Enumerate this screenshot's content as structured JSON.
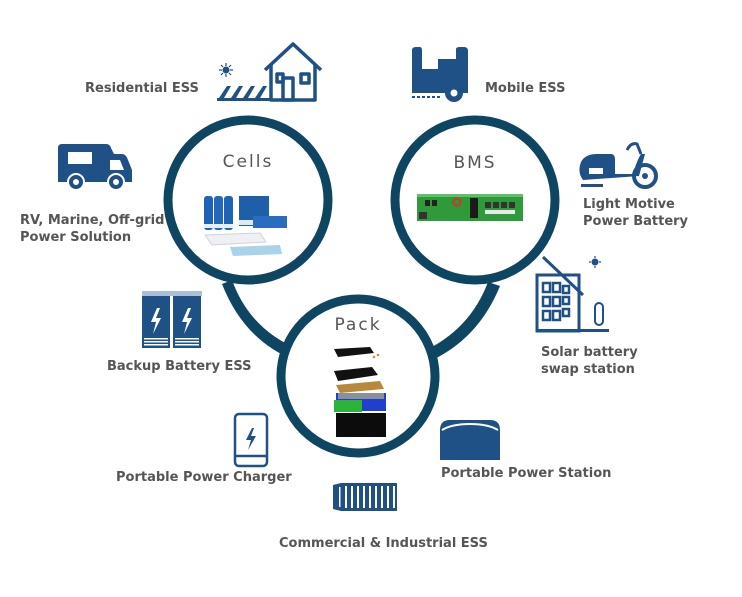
{
  "colors": {
    "ring": "#0e4560",
    "icon": "#1f5086",
    "icon_light": "#a9bfd6",
    "label": "#555555",
    "hub_title": "#555555"
  },
  "hubs": {
    "cells": {
      "title": "Cells"
    },
    "bms": {
      "title": "BMS"
    },
    "pack": {
      "title": "Pack"
    }
  },
  "applications": [
    {
      "id": "residential",
      "label": "Residential ESS",
      "icon": "house-solar-icon"
    },
    {
      "id": "mobile",
      "label": "Mobile ESS",
      "icon": "forklift-icon"
    },
    {
      "id": "rv",
      "label": "RV, Marine, Off-grid Power Solution",
      "line1": "RV, Marine, Off-grid",
      "line2": "Power Solution",
      "icon": "rv-truck-icon"
    },
    {
      "id": "light-motive",
      "label": "Light Motive Power Battery",
      "line1": "Light Motive",
      "line2": "Power Battery",
      "icon": "scooter-icon"
    },
    {
      "id": "backup",
      "label": "Backup Battery ESS",
      "icon": "battery-cabinet-icon"
    },
    {
      "id": "solar-swap",
      "label": "Solar battery swap station",
      "line1": "Solar battery",
      "line2": "swap station",
      "icon": "solar-swap-station-icon"
    },
    {
      "id": "portable-charger",
      "label": "Portable Power Charger",
      "icon": "power-bank-icon"
    },
    {
      "id": "portable-station",
      "label": "Portable Power Station",
      "icon": "power-station-icon"
    },
    {
      "id": "commercial",
      "label": "Commercial & Industrial ESS",
      "icon": "container-icon"
    }
  ]
}
